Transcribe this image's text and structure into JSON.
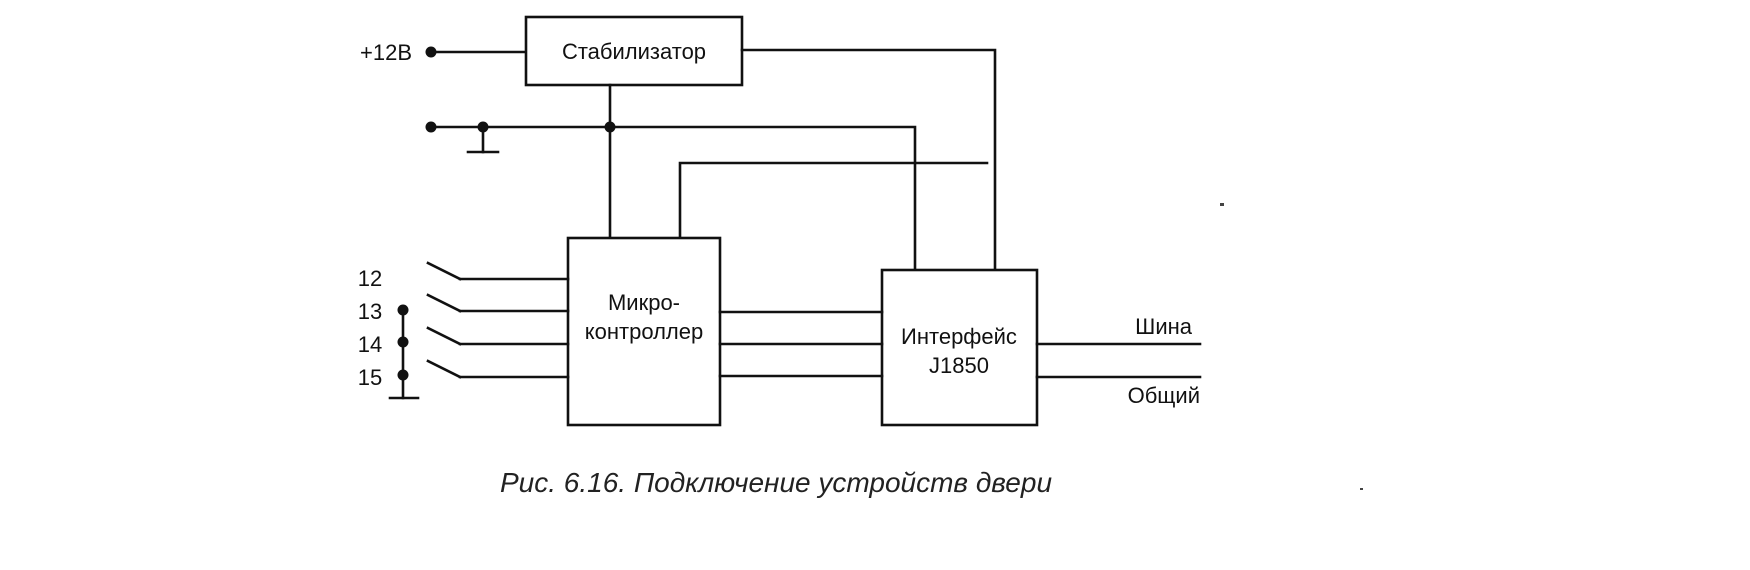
{
  "supply": {
    "voltage_label": "+12В"
  },
  "blocks": {
    "stabilizer": "Стабилизатор",
    "mcu_line1": "Микро-",
    "mcu_line2": "контроллер",
    "iface_line1": "Интерфейс",
    "iface_line2": "J1850"
  },
  "inputs": [
    "12",
    "13",
    "14",
    "15"
  ],
  "outputs": {
    "bus": "Шина",
    "common": "Общий"
  },
  "caption": "Рис. 6.16. Подключение устройств двери"
}
